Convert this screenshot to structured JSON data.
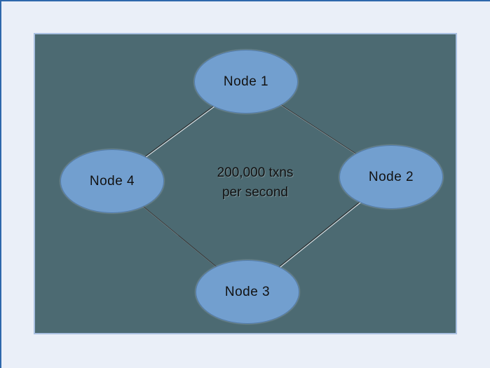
{
  "diagram": {
    "type": "network-diagram",
    "nodes": [
      {
        "id": "node-1",
        "label": "Node 1"
      },
      {
        "id": "node-2",
        "label": "Node 2"
      },
      {
        "id": "node-3",
        "label": "Node 3"
      },
      {
        "id": "node-4",
        "label": "Node 4"
      }
    ],
    "edges": [
      {
        "from": "Node 1",
        "to": "Node 2"
      },
      {
        "from": "Node 2",
        "to": "Node 3"
      },
      {
        "from": "Node 3",
        "to": "Node 4"
      },
      {
        "from": "Node 4",
        "to": "Node 1"
      }
    ],
    "center_label": {
      "line1": "200,000 txns",
      "line2": "per second"
    },
    "colors": {
      "page_background": "#eaeff8",
      "frame_border": "#2e68ac",
      "canvas_background": "#4c6a72",
      "canvas_border": "#a9c0e1",
      "node_fill": "#729fcf",
      "node_border": "#517aa8",
      "connector": "#2e2e2e",
      "text": "#121212"
    }
  }
}
